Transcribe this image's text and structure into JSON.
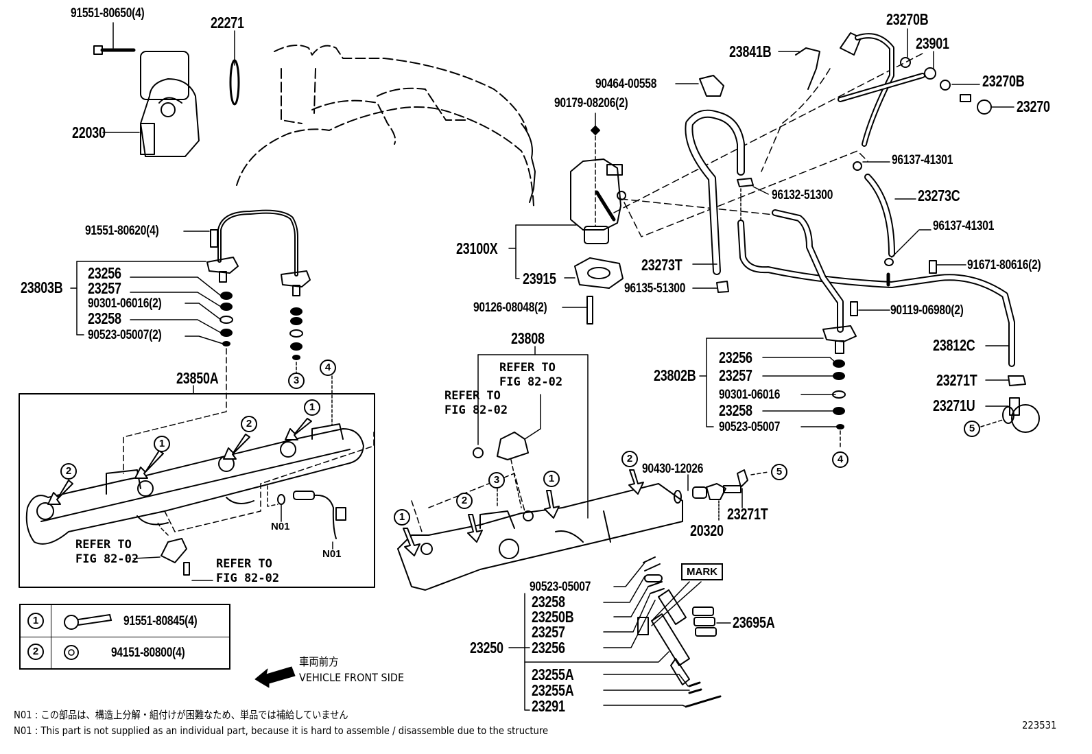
{
  "diagram": {
    "type": "exploded parts diagram",
    "figure_number": "223531",
    "parts": {
      "throttle_bolt": "91551-80650(4)",
      "throttle_gasket": "22271",
      "throttle_body": "22030",
      "pipe_bolt": "91551-80620(4)",
      "delivery_pipe_left": "23803B",
      "left_o_ring_a": "23256",
      "left_o_ring_b": "23257",
      "left_washer": "90301-06016(2)",
      "left_o_ring_c": "23258",
      "left_clip": "90523-05007(2)",
      "fuel_rail_left": "23850A",
      "hose_clamp_top_left": "23841B",
      "union_gasket_top": "23270B",
      "union_fitting": "23901",
      "union_gasket_bottom": "23270B",
      "union_bolt": "23270",
      "clip_90464": "90464-00558",
      "nut_90179": "90179-08206(2)",
      "pressure_regulator": "23100X",
      "regulator_gasket": "23915",
      "stud_bolt": "90126-08048(2)",
      "hose_23273T": "23273T",
      "clip_96135": "96135-51300",
      "clip_96132": "96132-51300",
      "clip_96137_top": "96137-41301",
      "hose_23273C": "23273C",
      "clip_96137_bottom": "96137-41301",
      "bolt_91671": "91671-80616(2)",
      "bolt_90119": "90119-06980(2)",
      "delivery_pipe_right": "23802B",
      "right_o_ring_a": "23256",
      "right_o_ring_b": "23257",
      "right_washer": "90301-06016",
      "right_o_ring_c": "23258",
      "right_clip": "90523-05007",
      "fuel_tube": "23812C",
      "clamp_23271T_right": "23271T",
      "hose_joint": "23271U",
      "fuel_rail_right": "23808",
      "gasket_90430": "90430-12026",
      "pulsation_damper": "20320",
      "clamp_23271T_center": "23271T",
      "injector_assy": "23250",
      "inj_clip": "90523-05007",
      "inj_o_ring_c": "23258",
      "inj_insulator": "23250B",
      "inj_o_ring_b": "23257",
      "inj_o_ring_a": "23256",
      "inj_spacer_1": "23255A",
      "inj_spacer_2": "23255A",
      "inj_cap": "23291",
      "injector_connector": "23695A"
    },
    "callouts": {
      "refer_to_line1": "REFER TO",
      "refer_to_line2": "FIG 82-02",
      "mark": "MARK",
      "n01": "N01",
      "c1": "1",
      "c2": "2",
      "c3": "3",
      "c4": "4",
      "c5": "5"
    },
    "legend": {
      "rows": [
        {
          "num": "1",
          "part": "91551-80845(4)"
        },
        {
          "num": "2",
          "part": "94151-80800(4)"
        }
      ]
    },
    "direction": {
      "japanese": "車両前方",
      "english": "VEHICLE FRONT SIDE"
    },
    "notes": {
      "n01_japanese": "N01 : この部品は、構造上分解・組付けが困難なため、単品では補給していません",
      "n01_english": "N01 : This part is not supplied as an individual part, because it is hard to assemble / disassemble due to the structure"
    }
  }
}
